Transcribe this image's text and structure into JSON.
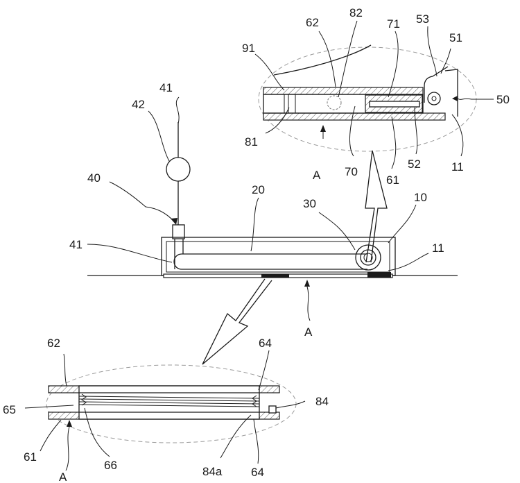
{
  "labels": {
    "n62_top": "62",
    "n82": "82",
    "n71": "71",
    "n53": "53",
    "n51": "51",
    "n91": "91",
    "n50": "50",
    "n81": "81",
    "nA_top": "A",
    "n70": "70",
    "n61_top": "61",
    "n52": "52",
    "n11_top": "11",
    "n41_top": "41",
    "n42": "42",
    "n40": "40",
    "n20": "20",
    "n30": "30",
    "n10": "10",
    "n41_left": "41",
    "n11_mid": "11",
    "nA_mid": "A",
    "n62_bot": "62",
    "n64_top": "64",
    "n65": "65",
    "n84": "84",
    "n61_bot": "61",
    "n66": "66",
    "n84a": "84a",
    "n64_bot": "64",
    "nA_bot": "A"
  }
}
